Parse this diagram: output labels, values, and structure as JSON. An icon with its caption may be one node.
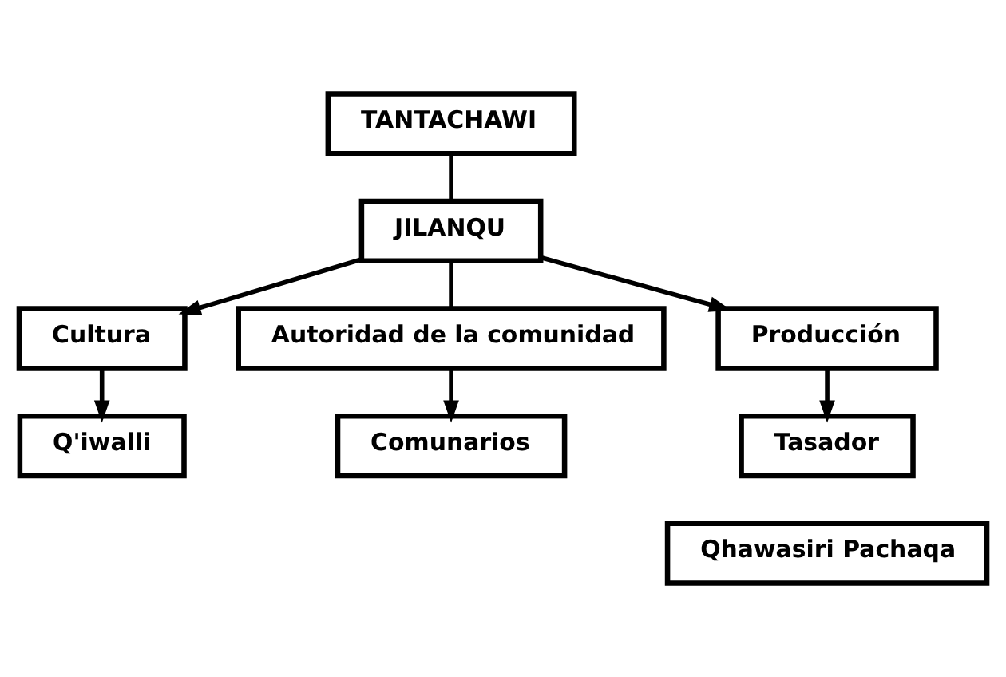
{
  "diagram": {
    "nodes": [
      {
        "text": [
          "TANTACHAWI"
        ]
      },
      {
        "text": [
          "JILANQU"
        ]
      },
      {
        "text": [
          "Cultura"
        ]
      },
      {
        "text": [
          "Autoridad de la comunidad"
        ]
      },
      {
        "text": [
          "Producción"
        ]
      },
      {
        "text": [
          "Q'iwalli"
        ]
      },
      {
        "text": [
          "Comunarios"
        ]
      },
      {
        "text": [
          "Tasador"
        ]
      },
      {
        "text": [
          "Qhawasiri Pachaqa"
        ]
      }
    ],
    "edges": [
      {
        "from": 0,
        "to": 1,
        "arrow": "none"
      },
      {
        "from": 1,
        "to": 3,
        "arrow": "none"
      },
      {
        "from": 1,
        "to": 2,
        "arrow": "to"
      },
      {
        "from": 1,
        "to": 4,
        "arrow": "to"
      },
      {
        "from": 2,
        "to": 5,
        "arrow": "to"
      },
      {
        "from": 3,
        "to": 6,
        "arrow": "to"
      },
      {
        "from": 4,
        "to": 7,
        "arrow": "to"
      }
    ]
  }
}
